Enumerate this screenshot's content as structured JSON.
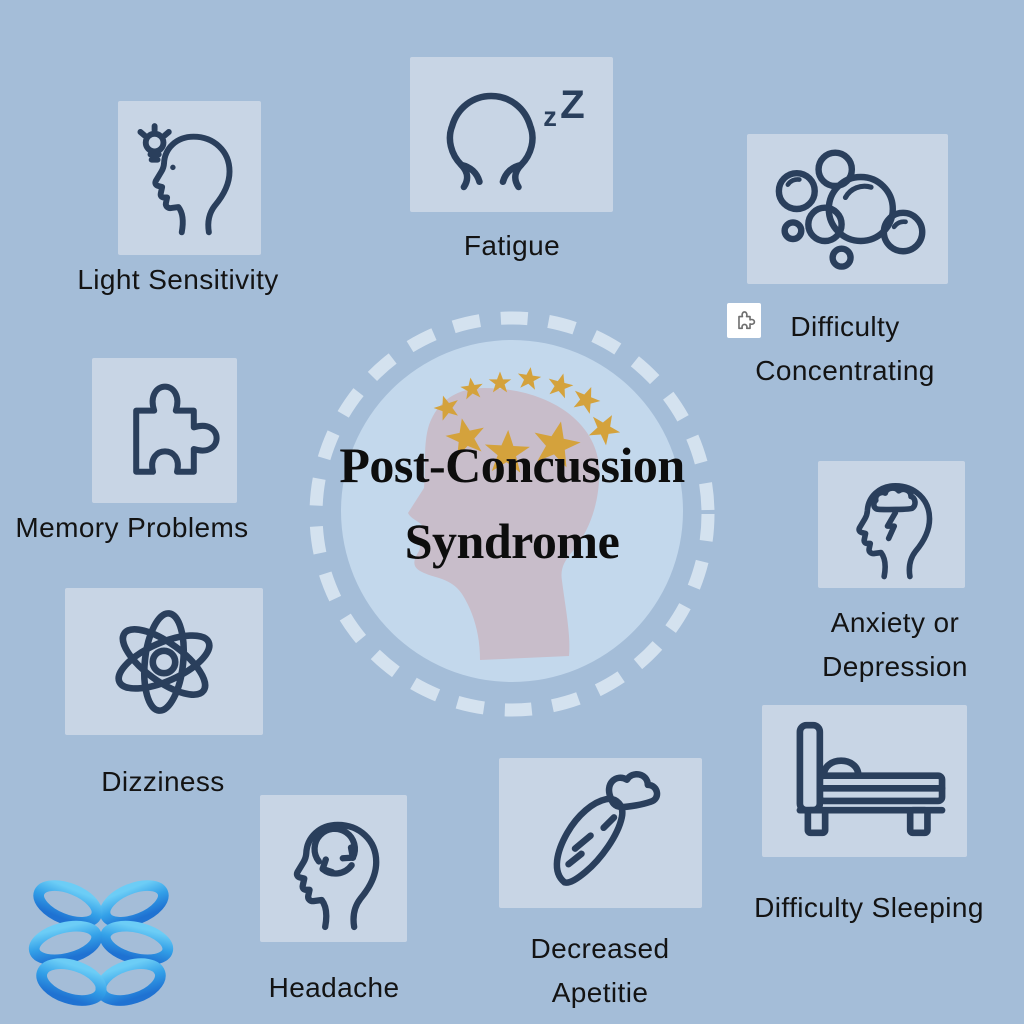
{
  "center": {
    "title_line1": "Post-Concussion",
    "title_line2": "Syndrome",
    "star_count": 10
  },
  "symptoms": [
    {
      "label": "Light Sensitivity",
      "icon": "head-lightbulb-icon"
    },
    {
      "label": "Fatigue",
      "icon": "sleeping-person-zz-icon"
    },
    {
      "label": "Difficulty Concentrating",
      "icon": "bubbles-icon",
      "badge": "puzzle-piece-badge-icon"
    },
    {
      "label": "Memory Problems",
      "icon": "puzzle-piece-icon"
    },
    {
      "label": "Anxiety or Depression",
      "icon": "head-storm-cloud-icon"
    },
    {
      "label": "Dizziness",
      "icon": "atom-icon"
    },
    {
      "label": "Difficulty Sleeping",
      "icon": "bed-icon"
    },
    {
      "label": "Headache",
      "icon": "head-cycle-arrows-icon"
    },
    {
      "label": "Decreased Apetitie",
      "icon": "carrot-icon"
    }
  ],
  "fatigue_zz": {
    "small": "z",
    "big": "Z"
  },
  "logo": {
    "name": "brain-logo"
  },
  "colors": {
    "background": "#a4bdd8",
    "tile": "#c8d5e5",
    "icon_stroke": "#2a3f5c",
    "inner_circle": "#c3d8ec",
    "ring_dash": "#d9e6f2",
    "head_silhouette": "#c8bdca",
    "star_gold": "#d4a23c",
    "title_text": "#0d0d0d",
    "label_text": "#131313",
    "logo_blue_light": "#6ccdf6",
    "logo_blue_dark": "#1f72d2"
  }
}
